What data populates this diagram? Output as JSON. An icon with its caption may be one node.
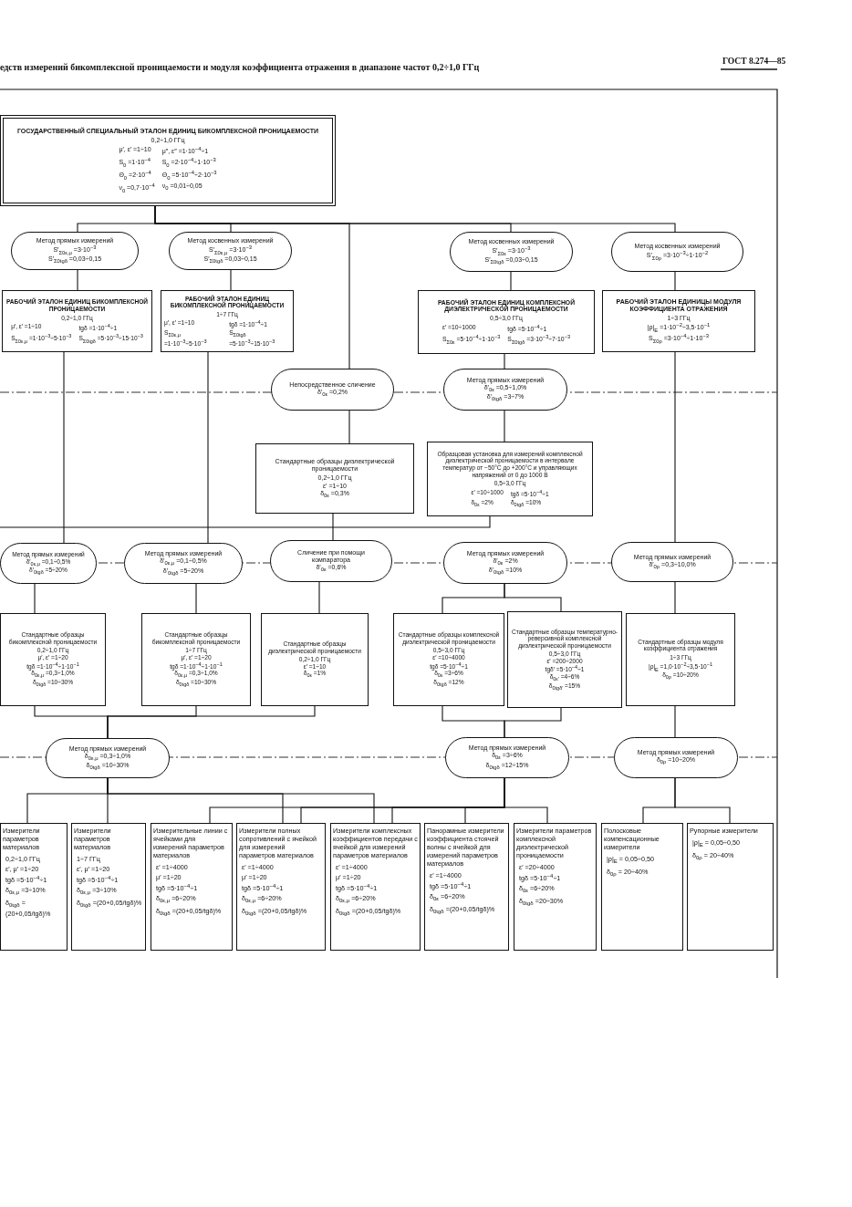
{
  "diagram": {
    "nodes": [
      {
        "text": [
          "ГОСУДАРСТВЕННЫЙ СПЕЦИАЛЬНЫЙ ЭТАЛОН ЕДИНИЦ БИКОМПЛЕКСНОЙ ПРОНИЦАЕМОСТИ",
          "0,2÷1,0 ГГц",
          "μ′, ε′ =1÷10",
          "μ″, ε″ =1·10$^{−4}$÷1",
          "S$_{0}$ =1·10$^{−4}$",
          "S$_{0}$ =2·10$^{−4}$÷1·10$^{−3}$",
          "Θ$_{0}$ =2·10$^{−4}$",
          "Θ$_{0}$ =5·10$^{−4}$÷2·10$^{−3}$",
          "ν$_{0}$ =0,7·10$^{−4}$",
          "ν$_{0}$ =0,01÷0,05"
        ]
      },
      {
        "text": [
          "Метод прямых измерений",
          "S′$_{Σ0ε,μ}$ =3·10$^{−3}$",
          "S′$_{Σ0tgδ}$ =0,03÷0,15"
        ]
      },
      {
        "text": [
          "Метод косвенных измерений",
          "S′$_{Σ0ε,μ}$ =3·10$^{−3}$",
          "S′$_{Σ0tgδ}$ =0,03÷0,15"
        ]
      },
      {
        "text": [
          "Метод косвенных измерений",
          "S′$_{Σ0ε}$ =3·10$^{−3}$",
          "S′$_{Σ0tgδ}$ =0,03÷0,15"
        ]
      },
      {
        "text": [
          "Метод косвенных измерений",
          "S′$_{Σ0ρ}$ =3·10$^{−3}$÷1·10$^{−2}$"
        ]
      },
      {
        "text": [
          "РАБОЧИЙ ЭТАЛОН ЕДИНИЦ БИКОМПЛЕКСНОЙ ПРОНИЦАЕМОСТИ",
          "0,2÷1,0 ГГц",
          "μ′, ε′ =1÷10",
          "tgδ =1·10$^{−4}$÷1",
          "S$_{Σ0ε,μ}$ =1·10$^{−3}$÷5·10$^{−3}$",
          "S$_{Σ0tgδ}$ =5·10$^{−3}$÷15·10$^{−3}$"
        ]
      },
      {
        "text": [
          "РАБОЧИЙ ЭТАЛОН ЕДИНИЦ БИКОМПЛЕКСНОЙ ПРОНИЦАЕМОСТИ",
          "1÷7 ГГц",
          "μ′, ε′ =1÷10",
          "tgδ =1·10$^{−4}$÷1",
          "S$_{Σ0ε,μ}$ =1·10$^{−3}$÷5·10$^{−3}$",
          "S$_{Σ0tgδ}$ =5·10$^{−3}$÷15·10$^{−3}$"
        ]
      },
      {
        "text": [
          "РАБОЧИЙ ЭТАЛОН ЕДИНИЦ КОМПЛЕКСНОЙ ДИЭЛЕКТРИЧЕСКОЙ ПРОНИЦАЕМОСТИ",
          "0,5÷3,0 ГГц",
          "ε′ =10÷1000",
          "tgδ =5·10$^{−4}$÷1",
          "S$_{Σ0ε}$ =5·10$^{−4}$÷1·10$^{−3}$",
          "S$_{Σ0tgδ}$ =3·10$^{−3}$÷7·10$^{−3}$"
        ]
      },
      {
        "text": [
          "РАБОЧИЙ ЭТАЛОН ЕДИНИЦЫ МОДУЛЯ КОЭФФИЦИЕНТА ОТРАЖЕНИЯ",
          "1÷3 ГГц",
          "|ρ|$_{E}$ =1·10$^{−2}$÷3,5·10$^{−1}$",
          "S$_{Σ0ρ}$ =3·10$^{−4}$÷1·10$^{−3}$"
        ]
      },
      {
        "text": [
          "Непосредственное сличение",
          "δ′$_{0ε}$ =0,2%"
        ]
      },
      {
        "text": [
          "Метод прямых измерений",
          "δ′$_{0ε}$ =0,5÷1,0%",
          "δ′$_{0tgδ}$ =3÷7%"
        ]
      },
      {
        "text": [
          "Стандартные образцы диэлектрической проницаемости",
          "0,2÷1,0 ГГц",
          "ε′ =1÷10",
          "δ$_{0ε}$ =0,3%"
        ]
      },
      {
        "text": [
          "Образцовая установка для измерений комплексной диэлектрической проницаемости в интервале температур от −50°C до +200°C и управляющих напряжений от 0 до 1000 В",
          "0,5÷3,0 ГГц",
          "ε′ =10÷1000",
          "tgδ =5·10$^{−4}$÷1",
          "δ$_{0ε}$ =2%",
          "δ$_{0tgδ}$ =10%"
        ]
      },
      {
        "text": [
          "Метод прямых измерений",
          "δ′$_{0ε,μ}$ =0,1÷0,5%",
          "δ′$_{0tgδ}$ =5÷20%"
        ]
      },
      {
        "text": [
          "Метод прямых измерений",
          "δ′$_{0ε,μ}$ =0,1÷0,5%",
          "δ′$_{0tgδ}$ =5÷20%"
        ]
      },
      {
        "text": [
          "Сличение при помощи компаратора",
          "δ′$_{0ε}$ =0,6%"
        ]
      },
      {
        "text": [
          "Метод прямых измерений",
          "δ′$_{0ε}$ =2%",
          "δ′$_{0tgδ}$ =10%"
        ]
      },
      {
        "text": [
          "Метод прямых измерений",
          "δ′$_{0ρ}$ =0,3÷10,0%"
        ]
      },
      {
        "text": [
          "Стандартные образцы бикомплексной проницаемости",
          "0,2÷1,0 ГГц",
          "μ′, ε′ =1÷20",
          "tgδ =1·10$^{−4}$÷1·10$^{−1}$",
          "δ$_{0ε,μ}$ =0,3÷1,0%",
          "δ$_{0tgδ}$ =10÷30%"
        ]
      },
      {
        "text": [
          "Стандартные образцы бикомплексной проницаемости",
          "1÷7 ГГц",
          "μ′, ε′ =1÷20",
          "tgδ =1·10$^{−4}$÷1·10$^{−1}$",
          "δ$_{0ε,μ}$ =0,3÷1,0%",
          "δ$_{0tgδ}$ =10÷30%"
        ]
      },
      {
        "text": [
          "Стандартные образцы диэлектрической проницаемости",
          "0,2÷1,0 ГГц",
          "ε′ =1÷10",
          "δ$_{0ε}$ =1%"
        ]
      },
      {
        "text": [
          "Стандартные образцы комплексной диэлектрической проницаемости",
          "0,5÷3,0 ГГц",
          "ε′ =10÷4000",
          "tgδ =5·10$^{−4}$÷1",
          "δ$_{0ε}$ =3÷6%",
          "δ$_{0tgδ}$ =12%"
        ]
      },
      {
        "text": [
          "Стандартные образцы температурно-реверсивной комплексной диэлектрической проницаемости",
          "0,5÷3,0 ГГц",
          "ε′ =200÷2000",
          "tgδ′ =5·10$^{−4}$÷1",
          "δ$_{0ε′}$ =4÷6%",
          "δ$_{0tgδ′}$ =15%"
        ]
      },
      {
        "text": [
          "Стандартные образцы модуля коэффициента отражения",
          "1÷3 ГГц",
          "|ρ|$_{E}$ =1,0·10$^{−2}$÷3,5·10$^{−1}$",
          "δ$_{0ρ}$ =10÷20%"
        ]
      },
      {
        "text": [
          "Метод прямых измерений",
          "δ$_{0ε,μ}$ =0,3÷1,0%",
          "δ$_{0tgδ}$ =10÷30%"
        ]
      },
      {
        "text": [
          "Метод прямых измерений",
          "δ$_{0ε}$ =3÷6%",
          "δ$_{0tgδ}$ =12÷15%"
        ]
      },
      {
        "text": [
          "Метод прямых измерений",
          "δ$_{0ρ}$ =10÷20%"
        ]
      },
      {
        "text": [
          "Измерители параметров материалов",
          "0,2÷1,0 ГГц",
          "ε′, μ′ =1÷20",
          "tgδ =5·10$^{−4}$÷1",
          "δ$_{0ε,μ}$ =3÷10%",
          "δ$_{0tgδ}$ =(20+0,05/tgδ)%"
        ]
      },
      {
        "text": [
          "Измерители параметров материалов",
          "1÷7 ГГц",
          "ε′, μ′ =1÷20",
          "tgδ =5·10$^{−4}$÷1",
          "δ$_{0ε,μ}$ =3÷10%",
          "δ$_{0tgδ}$ =(20+0,05/tgδ)%"
        ]
      },
      {
        "text": [
          "Измерительные линии с ячейками для измерений параметров материалов",
          "ε′ =1÷4000",
          "μ′ =1÷20",
          "tgδ =5·10$^{−4}$÷1",
          "δ$_{0ε,μ}$ =6÷20%",
          "δ$_{0tgδ}$ =(20+0,05/tgδ)%"
        ]
      },
      {
        "text": [
          "Измерители полных сопротивлений с ячейкой для измерений параметров материалов",
          "ε′ =1÷4000",
          "μ′ =1÷20",
          "tgδ =5·10$^{−4}$÷1",
          "δ$_{0ε,μ}$ =6÷20%",
          "δ$_{0tgδ}$ =(20+0,05/tgδ)%"
        ]
      },
      {
        "text": [
          "Измерители комплексных коэффициентов передачи с ячейкой для измерений параметров материалов",
          "ε′ =1÷4000",
          "μ′ =1÷20",
          "tgδ =5·10$^{−4}$÷1",
          "δ$_{0ε,μ}$ =6÷20%",
          "δ$_{0tgδ}$ =(20+0,05/tgδ)%"
        ]
      },
      {
        "text": [
          "Панорамные измерители коэффициента стоячей волны с ячейкой для измерений параметров материалов",
          "ε′ =1÷4000",
          "tgδ =5·10$^{−4}$÷1",
          "δ$_{0ε}$ =6÷20%",
          "δ$_{0tgδ}$ =(20+0,05/tgδ)%"
        ]
      },
      {
        "text": [
          "Измерители параметров комплексной диэлектрической проницаемости",
          "ε′ =20÷4000",
          "tgδ =5·10$^{−4}$÷1",
          "δ$_{0ε}$ =6÷20%",
          "δ$_{0tgδ}$ =20÷30%"
        ]
      },
      {
        "text": [
          "Полосковые компенсационные измерители",
          "|ρ|$_{E}$ = 0,05÷0,50",
          "δ$_{0ρ}$ = 20÷40%"
        ]
      },
      {
        "text": [
          "Рупорные измерители",
          "|ρ|$_{E}$ = 0,05÷0,50",
          "δ$_{0ρ}$ = 20÷40%"
        ]
      }
    ],
    "edges": [
      {
        "from": 0,
        "to": 1,
        "arrow": "none"
      },
      {
        "from": 0,
        "to": 2,
        "arrow": "none"
      },
      {
        "from": 0,
        "to": 9,
        "arrow": "none"
      },
      {
        "from": 0,
        "to": 3,
        "arrow": "none"
      },
      {
        "from": 0,
        "to": 4,
        "arrow": "none"
      },
      {
        "from": 1,
        "to": 5,
        "arrow": "none"
      },
      {
        "from": 2,
        "to": 6,
        "arrow": "none"
      },
      {
        "from": 3,
        "to": 7,
        "arrow": "none"
      },
      {
        "from": 4,
        "to": 8,
        "arrow": "none"
      },
      {
        "from": 5,
        "to": 13,
        "arrow": "none"
      },
      {
        "from": 6,
        "to": 14,
        "arrow": "none"
      },
      {
        "from": 7,
        "to": 10,
        "arrow": "none"
      },
      {
        "from": 8,
        "to": 17,
        "arrow": "none"
      },
      {
        "from": 9,
        "to": 11,
        "arrow": "none"
      },
      {
        "from": 10,
        "to": 12,
        "arrow": "none"
      },
      {
        "from": 11,
        "to": 15,
        "arrow": "none"
      },
      {
        "from": 12,
        "to": null,
        "arrow": "none"
      },
      {
        "from": 16,
        "to": 21,
        "arrow": "none"
      },
      {
        "from": 16,
        "to": 22,
        "arrow": "none"
      },
      {
        "from": 17,
        "to": 23,
        "arrow": "none"
      },
      {
        "from": 13,
        "to": 18,
        "arrow": "none"
      },
      {
        "from": 14,
        "to": 19,
        "arrow": "none"
      },
      {
        "from": 15,
        "to": 20,
        "arrow": "none"
      },
      {
        "from": 18,
        "to": 24,
        "arrow": "none"
      },
      {
        "from": 19,
        "to": 24,
        "arrow": "none"
      },
      {
        "from": 20,
        "to": 24,
        "arrow": "none"
      },
      {
        "from": 21,
        "to": 25,
        "arrow": "none"
      },
      {
        "from": 22,
        "to": 25,
        "arrow": "none"
      },
      {
        "from": 23,
        "to": 26,
        "arrow": "none"
      },
      {
        "from": 24,
        "to": 27,
        "arrow": "none"
      },
      {
        "from": 24,
        "to": 28,
        "arrow": "none"
      },
      {
        "from": 24,
        "to": 30,
        "arrow": "none"
      },
      {
        "from": 24,
        "to": 31,
        "arrow": "none"
      },
      {
        "from": 25,
        "to": 29,
        "arrow": "none"
      },
      {
        "from": 25,
        "to": 30,
        "arrow": "none"
      },
      {
        "from": 25,
        "to": 31,
        "arrow": "none"
      },
      {
        "from": 25,
        "to": 32,
        "arrow": "none"
      },
      {
        "from": 25,
        "to": 33,
        "arrow": "none"
      },
      {
        "from": 26,
        "to": 34,
        "arrow": "none"
      },
      {
        "from": 26,
        "to": 35,
        "arrow": "none"
      }
    ],
    "labels": [
      "едств измерений бикомплексной проницаемости и модуля коэффициента отражения в диапазоне частот 0,2÷1,0 ГГц",
      "ГОСТ 8.274—85"
    ]
  }
}
